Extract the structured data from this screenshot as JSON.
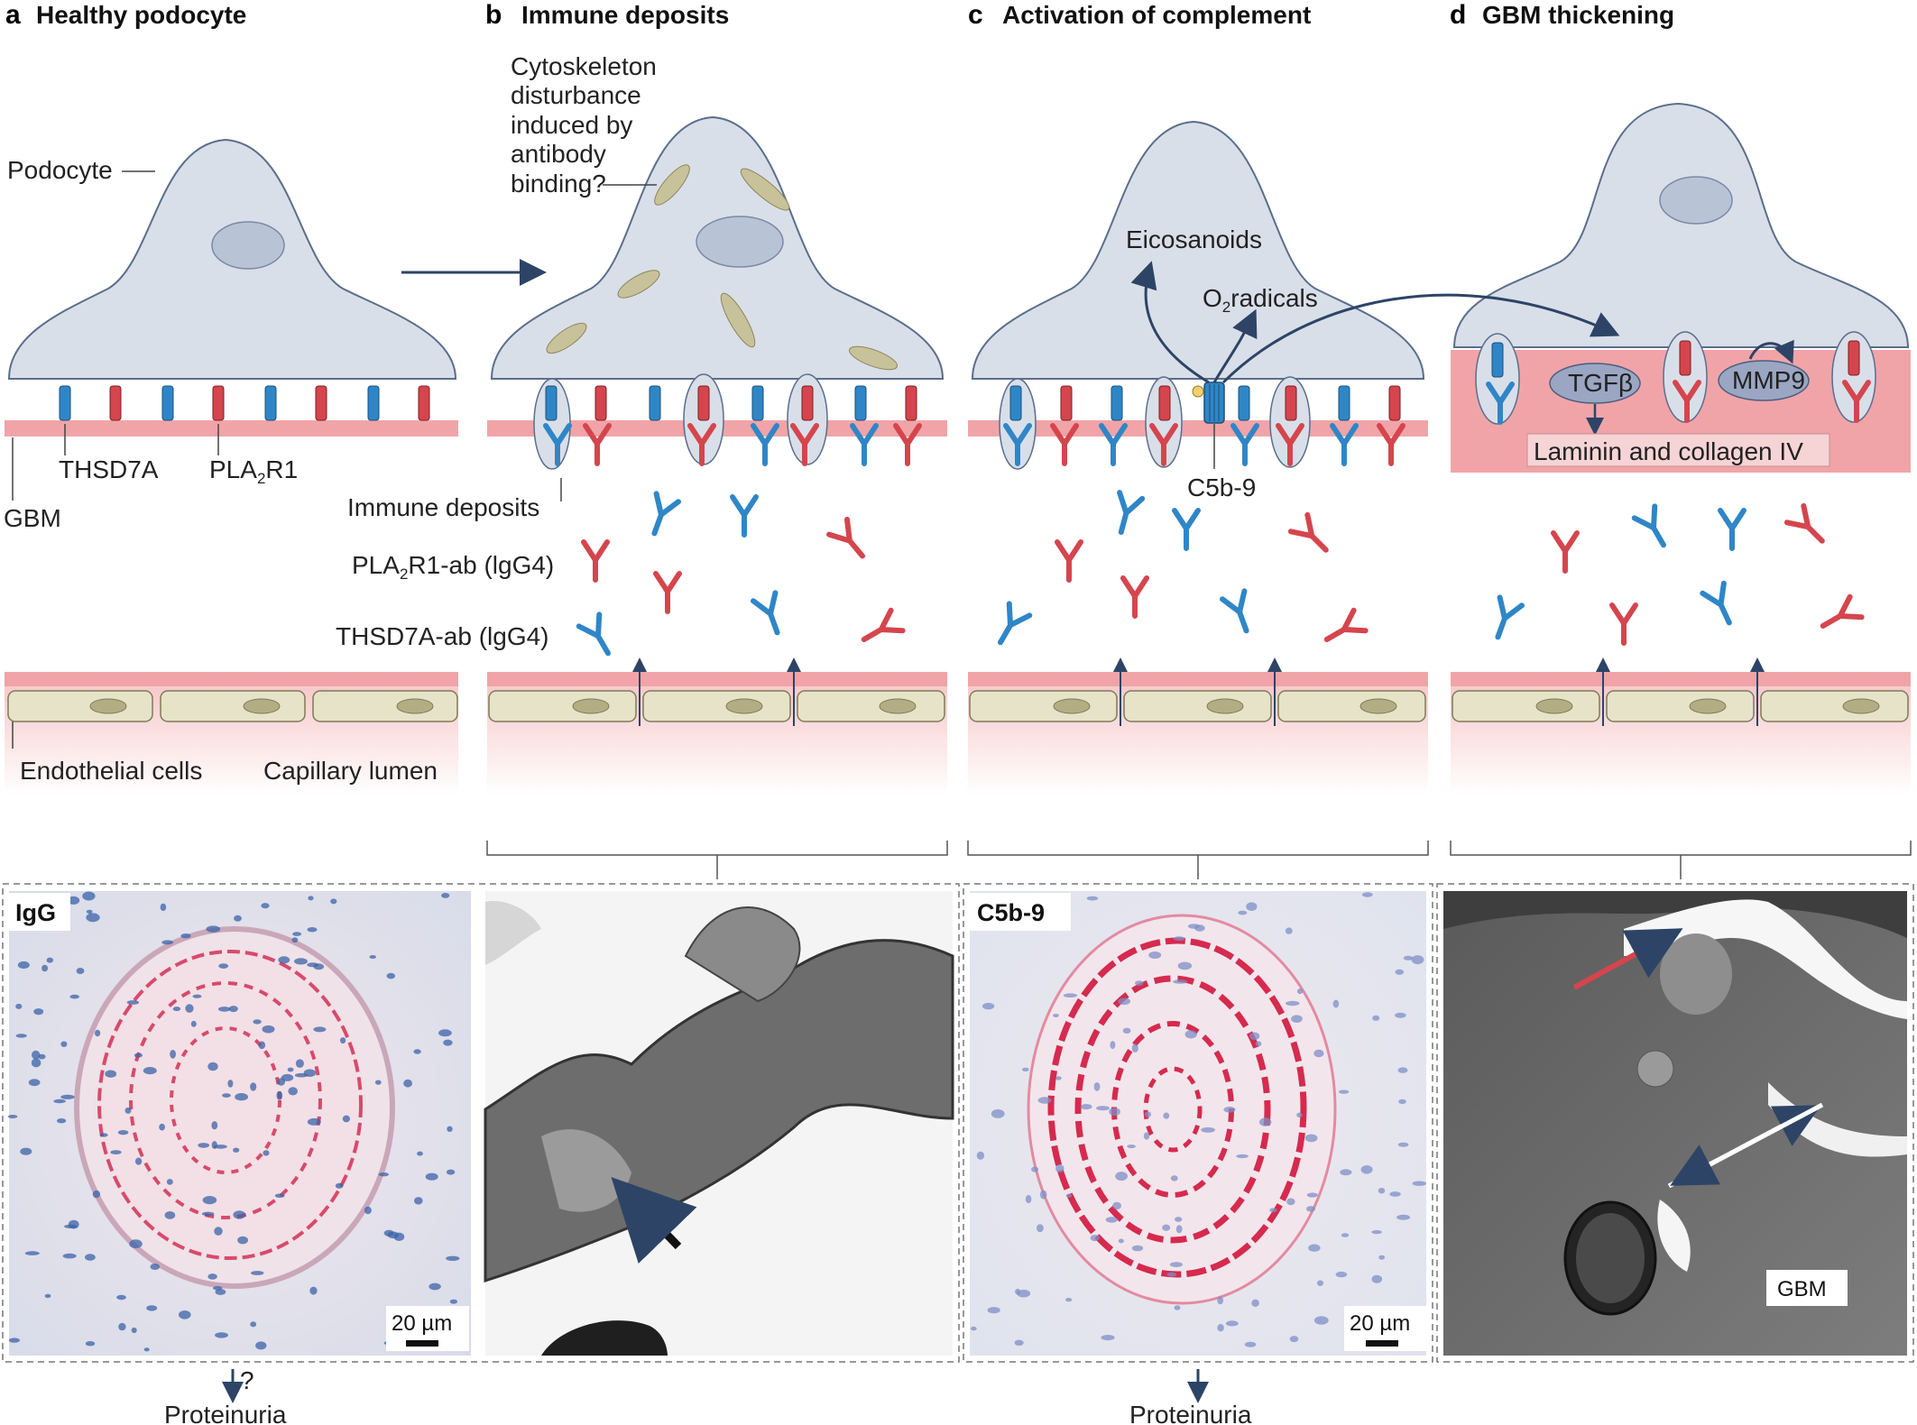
{
  "panels": [
    {
      "letter": "a",
      "title": "Healthy podocyte"
    },
    {
      "letter": "b",
      "title": "Immune deposits"
    },
    {
      "letter": "c",
      "title": "Activation of complement"
    },
    {
      "letter": "d",
      "title": "GBM thickening"
    }
  ],
  "labels": {
    "podocyte": "Podocyte",
    "thsd7a": "THSD7A",
    "pla2r1_pre": "PLA",
    "pla2r1_sub": "2",
    "pla2r1_post": "R1",
    "gbm": "GBM",
    "cyto_line1": "Cytoskeleton",
    "cyto_line2": "disturbance",
    "cyto_line3": "induced by",
    "cyto_line4": "antibody",
    "cyto_line5": "binding?",
    "immune_deposits": "Immune deposits",
    "pla2r1_ab_pre": "PLA",
    "pla2r1_ab_sub": "2",
    "pla2r1_ab_post": "R1-ab (lgG4)",
    "thsd7a_ab": "THSD7A-ab (lgG4)",
    "endothelial": "Endothelial cells",
    "capillary": "Capillary lumen",
    "eicosanoids": "Eicosanoids",
    "o2_pre": "O",
    "o2_sub": "2",
    "o2_post": "radicals",
    "c5b9": "C5b-9",
    "tgfb": "TGFβ",
    "mmp9": "MMP9",
    "laminin": "Laminin and collagen IV"
  },
  "micrographs": {
    "igg_badge": "IgG",
    "c5b9_badge": "C5b-9",
    "scale_a": "20 µm",
    "scale_c": "20 µm",
    "gbm_label": "GBM"
  },
  "bottom": {
    "question": "?",
    "proteinuria_a": "Proteinuria",
    "proteinuria_c": "Proteinuria"
  },
  "colors": {
    "cell": "#d9dfe9",
    "cell_stroke": "#5b6e8c",
    "gbm": "#f0a4a8",
    "endo": "#e7e3c8",
    "blue": "#2f86c7",
    "red": "#d5454d",
    "arrow": "#2d4466"
  }
}
